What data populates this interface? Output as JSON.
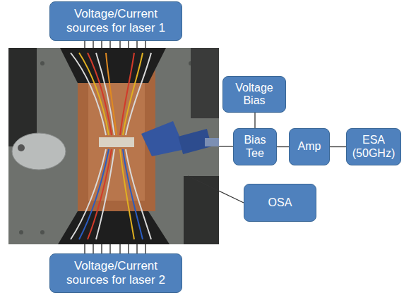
{
  "diagram": {
    "nodes": [
      {
        "text": [
          "Voltage/Current sources for laser 1"
        ]
      },
      {
        "text": [
          "Voltage Bias"
        ]
      },
      {
        "text": [
          "Bias Tee"
        ]
      },
      {
        "text": [
          "Amp"
        ]
      },
      {
        "text": [
          "ESA (50GHz)"
        ]
      },
      {
        "text": [
          "OSA"
        ]
      },
      {
        "text": [
          "Voltage/Current sources for laser 2"
        ]
      }
    ],
    "edges": [
      {
        "from": 1,
        "to": 2,
        "arrow": "none"
      },
      {
        "from": 2,
        "to": 3,
        "arrow": "none"
      },
      {
        "from": 3,
        "to": 4,
        "arrow": "none"
      }
    ]
  }
}
